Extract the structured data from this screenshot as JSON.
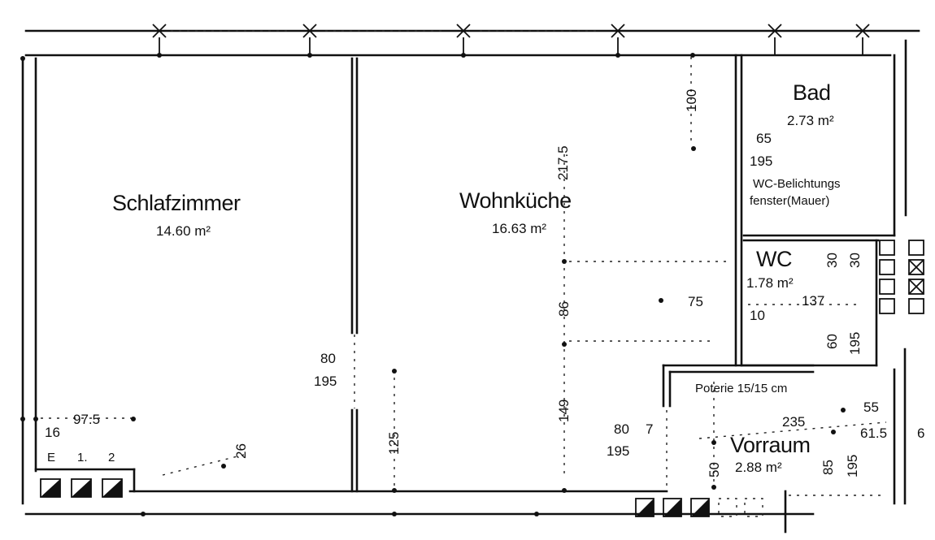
{
  "rooms": {
    "schlafzimmer": {
      "name": "Schlafzimmer",
      "area": "14.60 m²"
    },
    "wohnkueche": {
      "name": "Wohnküche",
      "area": "16.63 m²"
    },
    "bad": {
      "name": "Bad",
      "area": "2.73 m²"
    },
    "wc": {
      "name": "WC",
      "area": "1.78 m²"
    },
    "vorraum": {
      "name": "Vorraum",
      "area": "2.88 m²"
    }
  },
  "notes": {
    "wc_window_line1": "WC-Belichtungs",
    "wc_window_line2": "fenster(Mauer)",
    "poterie": "Poterie 15/15 cm"
  },
  "dimensions": {
    "d80a": "80",
    "d195a": "195",
    "d80b": "80",
    "d7": "7",
    "d195b": "195",
    "d100": "100",
    "d2175": "217.5",
    "d86": "86",
    "d149": "149",
    "d125": "125",
    "d75": "75",
    "d65": "65",
    "d195c": "195",
    "d30a": "30",
    "d30b": "30",
    "d137": "137",
    "d10": "10",
    "d60": "60",
    "d195d": "195",
    "d235": "235",
    "d55": "55",
    "d615": "61.5",
    "d6": "6",
    "d50": "50",
    "d85": "85",
    "d195e": "195",
    "d16": "16",
    "d975": "97.5",
    "d26": "26"
  },
  "meters": {
    "e": "E",
    "one": "1.",
    "two": "2"
  }
}
